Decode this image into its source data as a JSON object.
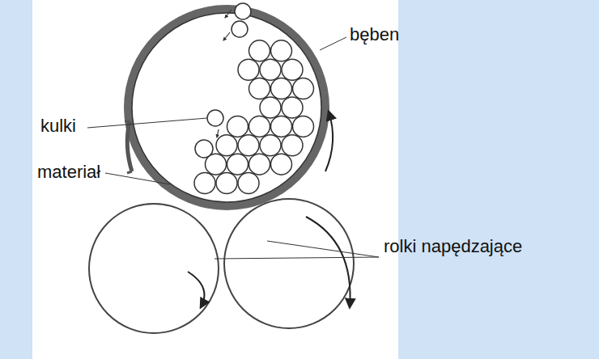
{
  "diagram": {
    "labels": [
      "kulki",
      "bęben",
      "materiał",
      "rolki napędzające"
    ]
  }
}
